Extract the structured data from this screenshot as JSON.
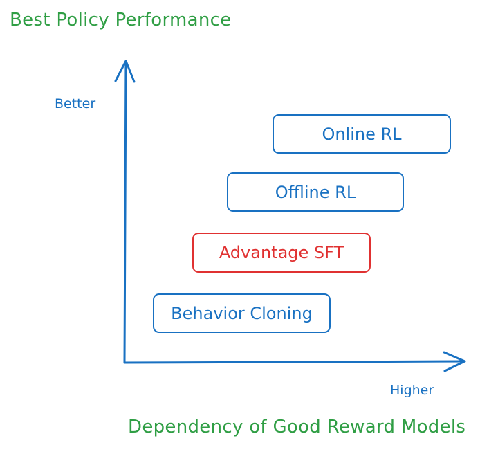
{
  "diagram": {
    "y_axis_title": "Best Policy Performance",
    "x_axis_title": "Dependency of Good Reward Models",
    "y_axis_direction_label": "Better",
    "x_axis_direction_label": "Higher",
    "methods": [
      {
        "label": "Online RL",
        "highlighted": false
      },
      {
        "label": "Offline RL",
        "highlighted": false
      },
      {
        "label": "Advantage SFT",
        "highlighted": true
      },
      {
        "label": "Behavior Cloning",
        "highlighted": false
      }
    ],
    "colors": {
      "title": "#2f9e44",
      "axis": "#1971c2",
      "box": "#1971c2",
      "highlight": "#e03131"
    }
  }
}
